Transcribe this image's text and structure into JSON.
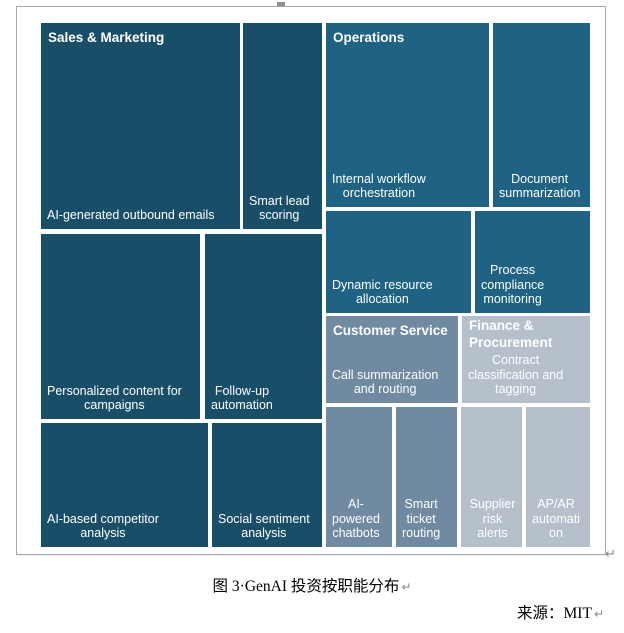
{
  "page": {
    "caption": "图 3·GenAI 投资按职能分布",
    "source": "来源：MIT",
    "paragraph_mark": "↵"
  },
  "colors": {
    "sales_marketing": "#194e68",
    "operations": "#1e6284",
    "customer_service": "#6f8aa1",
    "finance_procurement": "#b5c0cb",
    "tile_text": "#ffffff",
    "figure_border": "#a8a8a8"
  },
  "tiles": {
    "outbound_emails": {
      "header": "Sales & Marketing",
      "label": "AI-generated outbound emails"
    },
    "smart_lead": {
      "label": "Smart lead\nscoring"
    },
    "personalized": {
      "label": "Personalized content for\ncampaigns"
    },
    "followup": {
      "label": "Follow-up\nautomation"
    },
    "competitor": {
      "label": "AI-based competitor\nanalysis"
    },
    "sentiment": {
      "label": "Social sentiment\nanalysis"
    },
    "workflow": {
      "header": "Operations",
      "label": "Internal workflow\norchestration"
    },
    "docsum": {
      "label": "Document\nsummarization"
    },
    "dynres": {
      "label": "Dynamic resource\nallocation"
    },
    "compliance": {
      "label": "Process\ncompliance\nmonitoring"
    },
    "callsum": {
      "header": "Customer Service",
      "label": "Call summarization\nand routing"
    },
    "contract": {
      "header": "Finance &\nProcurement",
      "label": "Contract\nclassification and\ntagging"
    },
    "chatbots": {
      "label": "AI-\npowered\nchatbots"
    },
    "ticket": {
      "label": "Smart\nticket\nrouting"
    },
    "supplier": {
      "label": "Supplier\nrisk alerts"
    },
    "apar": {
      "label": "AP/AR\nautomati\non"
    }
  },
  "chart_data": {
    "type": "treemap",
    "title": "图 3 GenAI 投资按职能分布",
    "source": "MIT",
    "groups": [
      {
        "name": "Sales & Marketing",
        "color": "#194e68",
        "approx_share_pct": 51.9,
        "children": [
          {
            "label": "AI-generated outbound emails",
            "approx_share_pct": 14.9
          },
          {
            "label": "Personalized content for campaigns",
            "approx_share_pct": 10.7
          },
          {
            "label": "Follow-up automation",
            "approx_share_pct": 7.9
          },
          {
            "label": "AI-based competitor analysis",
            "approx_share_pct": 7.5
          },
          {
            "label": "Smart lead scoring",
            "approx_share_pct": 5.9
          },
          {
            "label": "Social sentiment analysis",
            "approx_share_pct": 5.0
          }
        ]
      },
      {
        "name": "Operations",
        "color": "#1e6284",
        "approx_share_pct": 27.1,
        "children": [
          {
            "label": "Internal workflow orchestration",
            "approx_share_pct": 10.9
          },
          {
            "label": "Document summarization",
            "approx_share_pct": 6.5
          },
          {
            "label": "Dynamic resource allocation",
            "approx_share_pct": 5.4
          },
          {
            "label": "Process compliance monitoring",
            "approx_share_pct": 4.3
          }
        ]
      },
      {
        "name": "Customer Service",
        "color": "#6f8aa1",
        "approx_share_pct": 10.7,
        "children": [
          {
            "label": "Call summarization and routing",
            "approx_share_pct": 4.2
          },
          {
            "label": "AI-powered chatbots",
            "approx_share_pct": 3.4
          },
          {
            "label": "Smart ticket routing",
            "approx_share_pct": 3.1
          }
        ]
      },
      {
        "name": "Finance & Procurement",
        "color": "#b5c0cb",
        "approx_share_pct": 10.5,
        "children": [
          {
            "label": "Contract classification and tagging",
            "approx_share_pct": 4.1
          },
          {
            "label": "AP/AR automation",
            "approx_share_pct": 3.3
          },
          {
            "label": "Supplier risk alerts",
            "approx_share_pct": 3.1
          }
        ]
      }
    ]
  }
}
